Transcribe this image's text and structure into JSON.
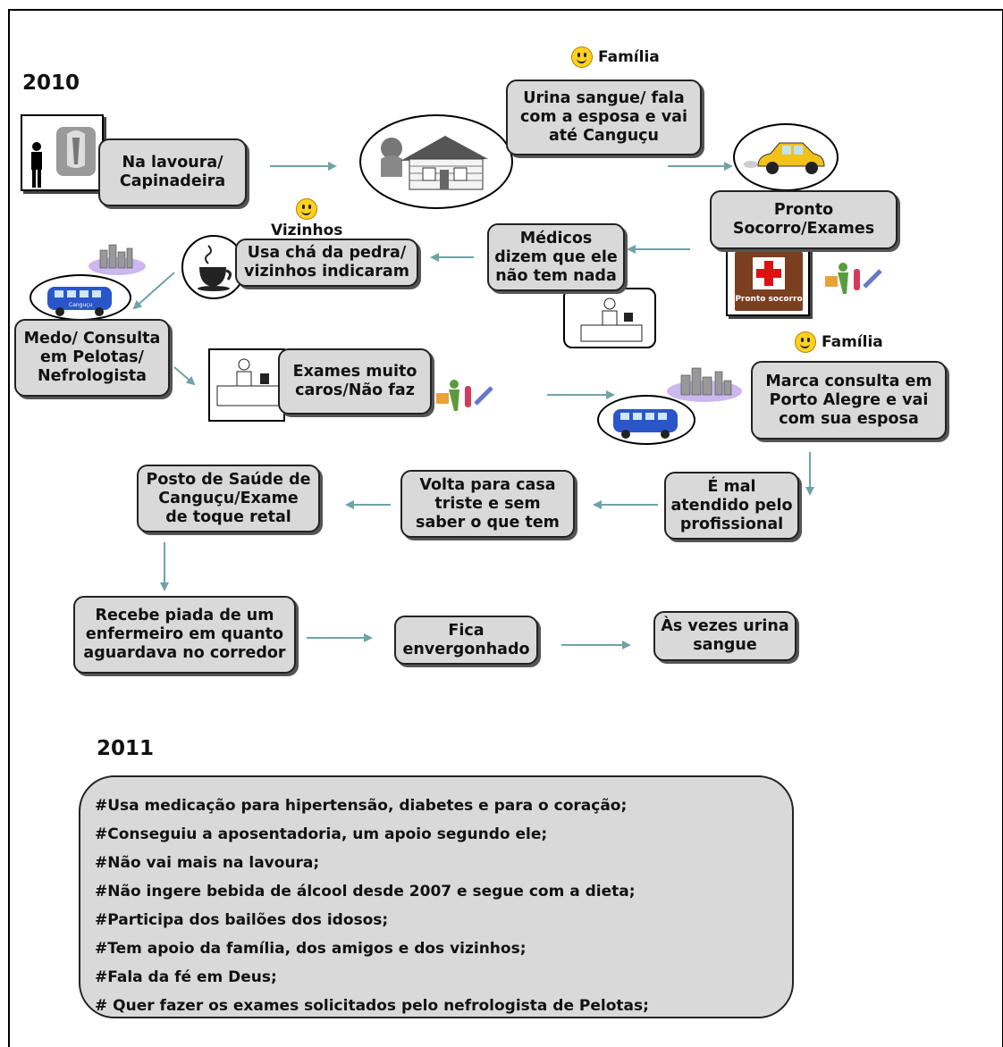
{
  "years": {
    "first": "2010",
    "second": "2011"
  },
  "actors": {
    "familia": "Família",
    "vizinhos": "Vizinhos"
  },
  "steps": {
    "lavoura": [
      "Na lavoura/",
      "Capinadeira"
    ],
    "urina": [
      "Urina sangue/ fala",
      "com a esposa e vai",
      "até Canguçu"
    ],
    "pronto": [
      "Pronto",
      "Socorro/Exames"
    ],
    "medicos": [
      "Médicos",
      "dizem que ele",
      "não tem nada"
    ],
    "cha": [
      "Usa chá da pedra/",
      "vizinhos indicaram"
    ],
    "medo": [
      "Medo/ Consulta",
      "em Pelotas/",
      "Nefrologista"
    ],
    "exames": [
      "Exames muito",
      "caros/Não faz"
    ],
    "marca": [
      "Marca consulta em",
      "Porto Alegre e vai",
      "com sua esposa"
    ],
    "mal": [
      "É mal",
      "atendido pelo",
      "profissional"
    ],
    "volta": [
      "Volta para casa",
      "triste e sem",
      "saber o que tem"
    ],
    "posto": [
      "Posto de Saúde de",
      "Canguçu/Exame",
      "de toque retal"
    ],
    "piada": [
      "Recebe piada de um",
      "enfermeiro em quanto",
      "aguardava no corredor"
    ],
    "fica": [
      "Fica",
      "envergonhado"
    ],
    "asvezes": [
      "Às vezes urina",
      "sangue"
    ]
  },
  "sign": {
    "pronto_socorro": "Pronto socorro",
    "bus": "Canguçu"
  },
  "notes": [
    "#Usa medicação para hipertensão, diabetes e para o coração;",
    "#Conseguiu a aposentadoria, um apoio segundo ele;",
    "#Não vai mais na lavoura;",
    "#Não ingere bebida de álcool desde 2007 e segue com a dieta;",
    "#Participa dos bailões dos idosos;",
    "#Tem apoio da família, dos amigos e dos vizinhos;",
    "#Fala da fé em Deus;",
    "# Quer fazer os exames solicitados pelo nefrologista de Pelotas;"
  ],
  "colors": {
    "box": "#d9d9d9",
    "arrow": "#6fa3a6",
    "smiley": "#ffd21f",
    "car": "#f2c21b",
    "bus": "#2b56c9",
    "cross": "#d11"
  },
  "icons": [
    "farmer-icon",
    "house-icon",
    "car-icon",
    "first-aid-sign-icon",
    "medical-supplies-icon",
    "doctor-desk-icon",
    "tea-cup-icon",
    "bus-icon",
    "city-icon",
    "smiley-icon"
  ]
}
